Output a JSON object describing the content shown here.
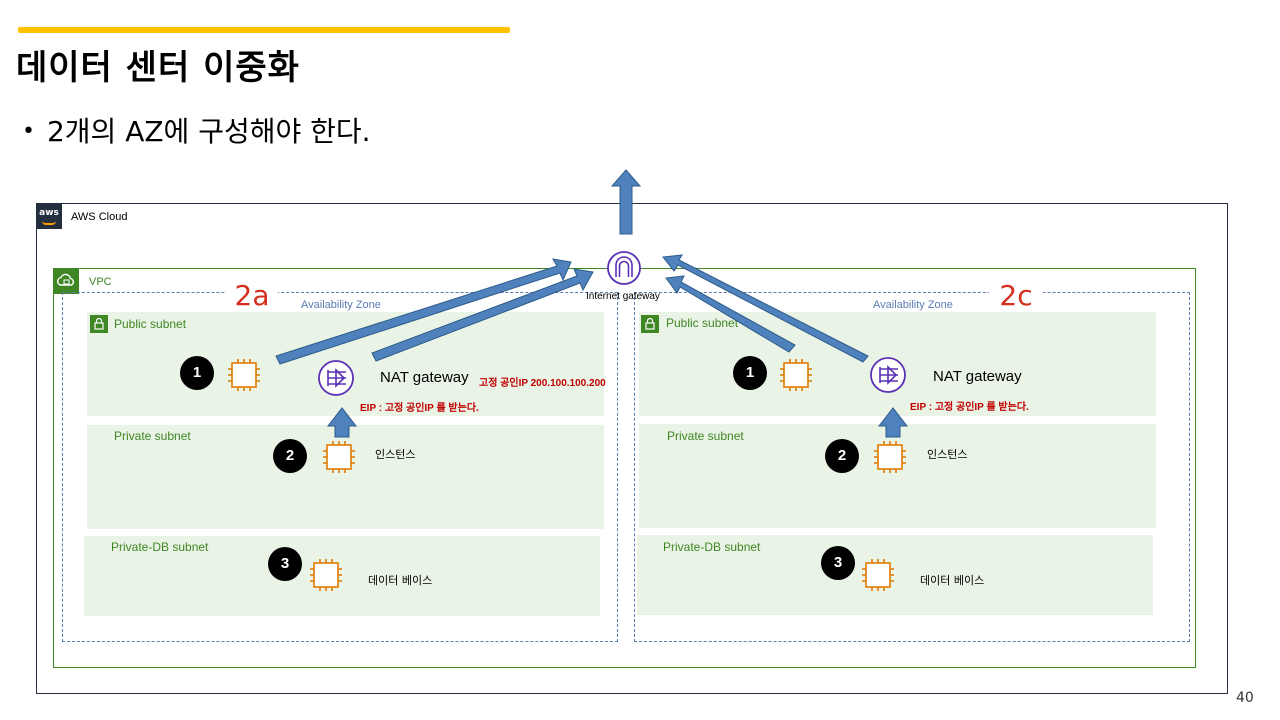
{
  "slide": {
    "title": "데이터 센터 이중화",
    "bullet": "2개의 AZ에 구성해야 한다.",
    "page_number": "40",
    "accent_color": "#FFC000"
  },
  "diagram": {
    "aws_cloud_label": "AWS Cloud",
    "aws_logo_text": "aws",
    "vpc_label": "VPC",
    "internet_gateway_label": "Internet gateway",
    "zones": [
      {
        "tag": "2a",
        "az_label": "Availability Zone",
        "public_subnet": "Public subnet",
        "private_subnet": "Private subnet",
        "private_db_subnet": "Private-DB subnet",
        "nat_label": "NAT gateway",
        "nat_ip_note": "고정 공인IP 200.100.100.200",
        "eip_note": "EIP : 고정 공인IP 를 받는다.",
        "instance_label": "인스턴스",
        "db_label": "데이터 베이스",
        "steps": [
          "1",
          "2",
          "3"
        ]
      },
      {
        "tag": "2c",
        "az_label": "Availability Zone",
        "public_subnet": "Public subnet",
        "private_subnet": "Private subnet",
        "private_db_subnet": "Private-DB subnet",
        "nat_label": "NAT gateway",
        "eip_note": "EIP : 고정 공인IP 를 받는다.",
        "instance_label": "인스턴스",
        "db_label": "데이터 베이스",
        "steps": [
          "1",
          "2",
          "3"
        ]
      }
    ],
    "colors": {
      "vpc_green": "#3F8624",
      "subnet_fill": "#E9F3E6",
      "az_dashed": "#5A7CB3",
      "tag_red": "#D42E1F",
      "arrow_blue": "#4F81BD",
      "ec2_orange": "#E07B00",
      "nat_purple": "#5A30B5"
    }
  }
}
